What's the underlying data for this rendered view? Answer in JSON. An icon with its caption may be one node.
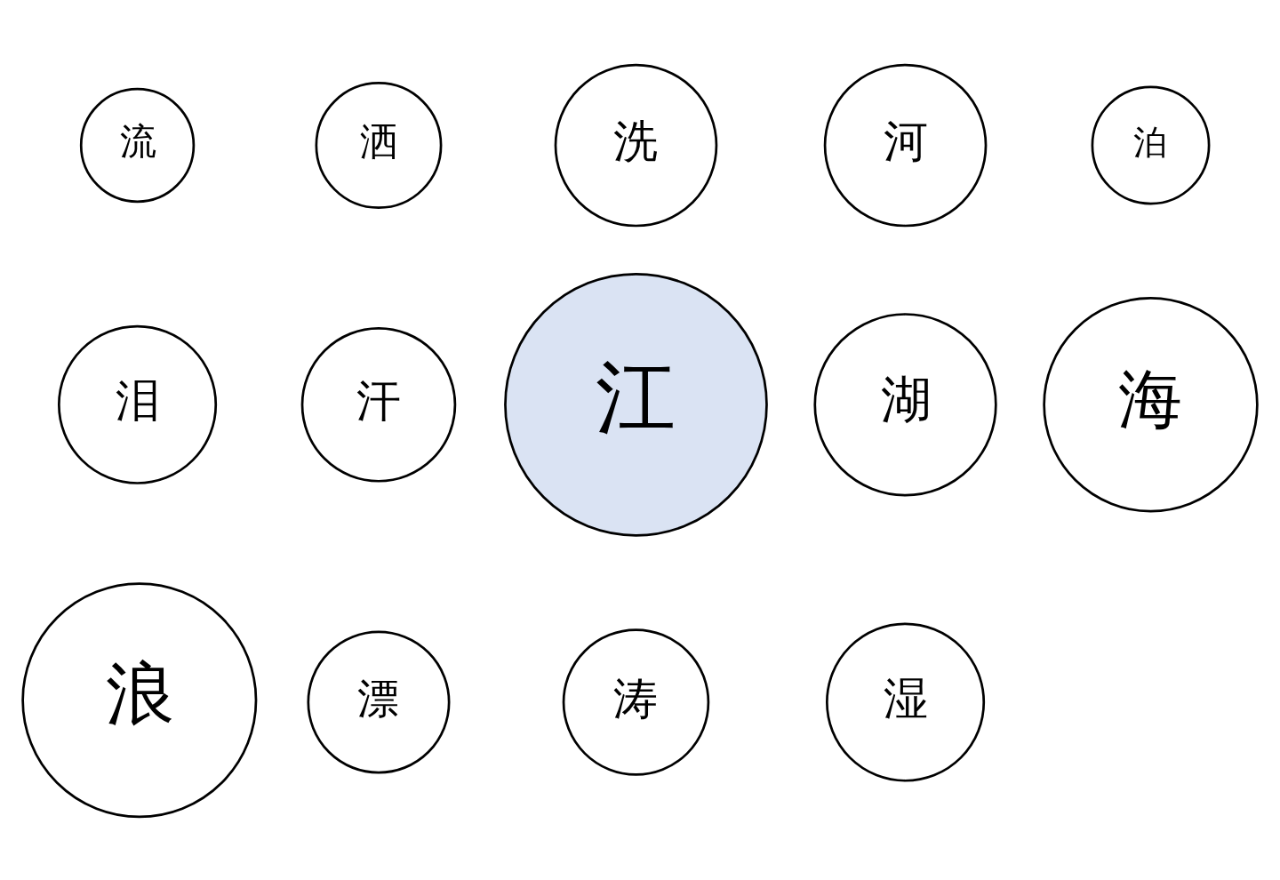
{
  "diagram": {
    "nodes": [
      {
        "text": [
          "洗"
        ]
      },
      {
        "text": [
          "河"
        ]
      },
      {
        "text": [
          "泊"
        ]
      },
      {
        "text": [
          "湖"
        ]
      },
      {
        "text": [
          "洒"
        ]
      },
      {
        "text": [
          "流"
        ]
      },
      {
        "text": [
          "江"
        ]
      },
      {
        "text": [
          "汗"
        ]
      },
      {
        "text": [
          "泪"
        ]
      },
      {
        "text": [
          "海"
        ]
      },
      {
        "text": [
          "涛"
        ]
      },
      {
        "text": [
          "浪"
        ]
      },
      {
        "text": [
          "漂"
        ]
      },
      {
        "text": [
          "湿"
        ]
      }
    ]
  }
}
